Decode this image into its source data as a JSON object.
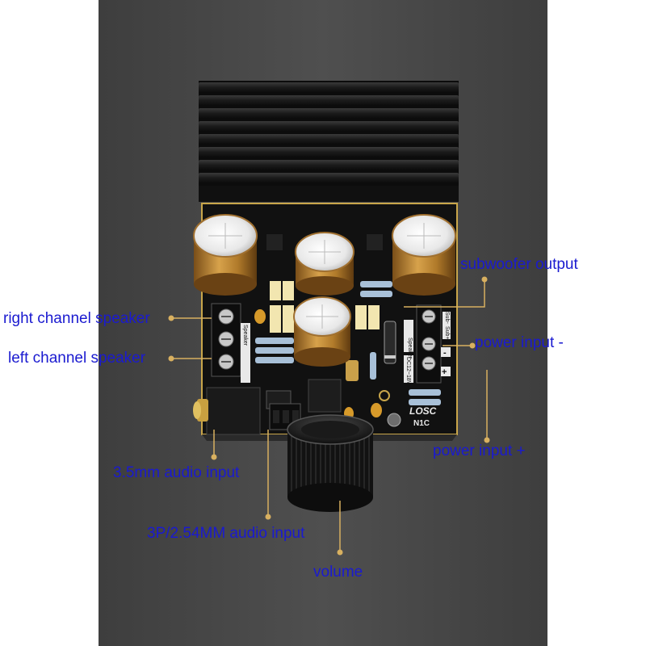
{
  "labels": {
    "subwoofer_output": "subwoofer output",
    "right_channel_speaker": "right channel speaker",
    "left_channel_speaker": "left channel speaker",
    "power_input_minus": "power input -",
    "power_input_plus": "power input +",
    "audio_35mm": "3.5mm audio input",
    "audio_3p": "3P/2.54MM audio input",
    "volume": "volume"
  },
  "board_text": {
    "brand": "LOSC",
    "model": "N1C",
    "dc_rating": "DC12~18V",
    "speaker": "Speaker",
    "sub_plus": "Sub+",
    "sub_minus": "Sub-",
    "minus_sign": "-",
    "plus_sign": "+"
  },
  "colors": {
    "backdrop": "#4a4a4a",
    "pcb": "#111111",
    "pcb_edge": "#c9a64a",
    "annotation_line": "#d8b060",
    "label_text": "#1a1ad0"
  }
}
